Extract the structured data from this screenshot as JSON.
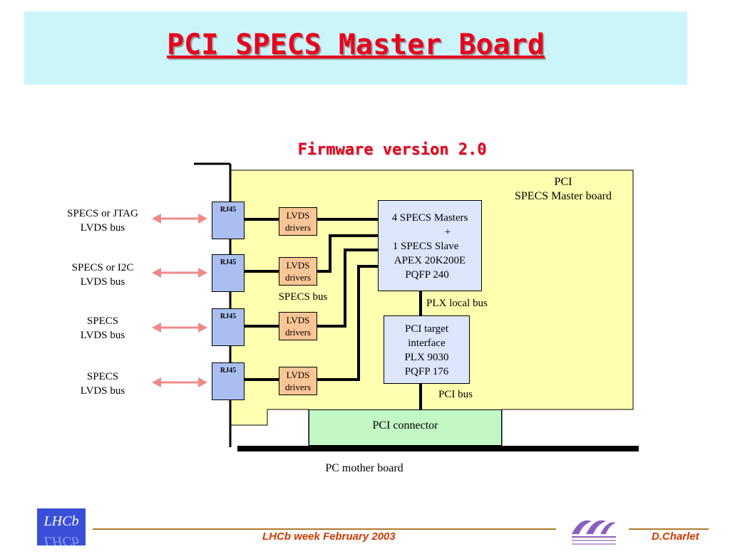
{
  "header": {
    "title": "PCI SPECS Master Board"
  },
  "subtitle": "Firmware version 2.0",
  "board": {
    "label_line1": "PCI",
    "label_line2": "SPECS Master board"
  },
  "buses": [
    {
      "line1": "SPECS or JTAG",
      "line2": "LVDS bus"
    },
    {
      "line1": "SPECS or I2C",
      "line2": "LVDS bus"
    },
    {
      "line1": "SPECS",
      "line2": "LVDS bus"
    },
    {
      "line1": "SPECS",
      "line2": "LVDS bus"
    }
  ],
  "rj45_label": "RJ45",
  "lvds": {
    "line1": "LVDS",
    "line2": "drivers"
  },
  "fpga": {
    "l1": "4 SPECS Masters",
    "l2": "+",
    "l3": "1 SPECS Slave",
    "l4": "APEX 20K200E",
    "l5": "PQFP 240"
  },
  "plx": {
    "l1": "PCI target",
    "l2": "interface",
    "l3": "PLX 9030",
    "l4": "PQFP 176"
  },
  "labels": {
    "specs_bus": "SPECS bus",
    "plx_local_bus": "PLX local bus",
    "pci_bus": "PCI bus",
    "pci_connector": "PCI connector",
    "pc_mother_board": "PC mother board"
  },
  "footer": {
    "event": "LHCb week February  2003",
    "author": "D.Charlet"
  },
  "colors": {
    "title_red": "#e8001c",
    "header_bg": "#ccf5fa",
    "board_yellow": "#ffffb0",
    "rj45_blue": "#aabff0",
    "lvds_orange": "#fbc596",
    "chip_blue": "#dde6fb",
    "connector_green": "#c2f7c6",
    "arrow_pink": "#f08a8a"
  },
  "logos": {
    "left": "LHCb logo",
    "right": "LAL logo"
  }
}
